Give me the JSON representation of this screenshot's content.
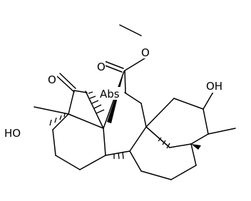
{
  "diagram": {
    "atom_labels": {
      "ester_ether_oxygen": "O",
      "ester_carbonyl_oxygen": "O",
      "lactone_carbonyl_oxygen": "O",
      "abs_marker": "Abs",
      "left_hydroxyl": "HO",
      "right_hydroxyl": "OH"
    }
  }
}
